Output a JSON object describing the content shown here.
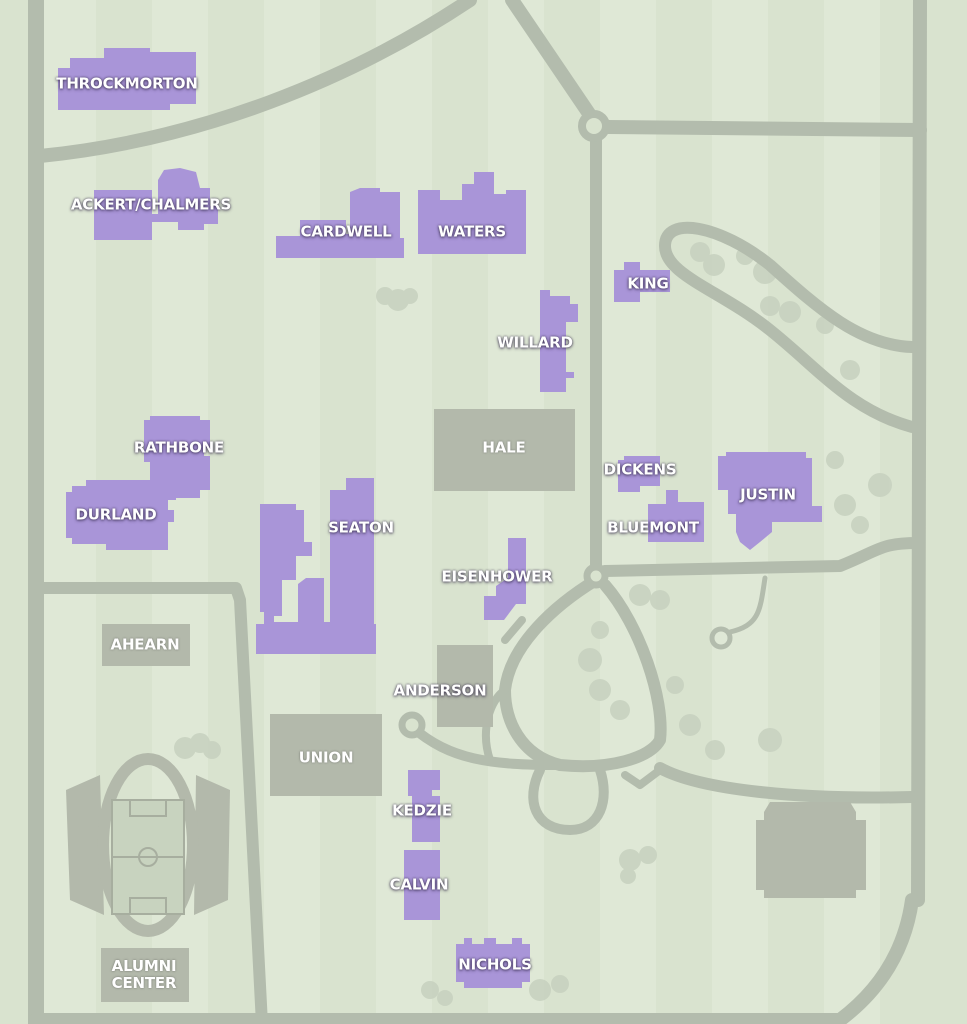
{
  "colors": {
    "background": "#d9e3cf",
    "stripe": "#dfe8d6",
    "road": "#b3bcad",
    "academic_building": "#a995d8",
    "facility": "#b3b9ab",
    "tree": "#c8d2c0",
    "field": "#c8d3bf"
  },
  "labels": {
    "throckmorton": "THROCKMORTON",
    "ackert_chalmers": "ACKERT/CHALMERS",
    "cardwell": "CARDWELL",
    "waters": "WATERS",
    "king": "KING",
    "willard": "WILLARD",
    "hale": "HALE",
    "rathbone": "RATHBONE",
    "durland": "DURLAND",
    "seaton": "SEATON",
    "dickens": "DICKENS",
    "justin": "JUSTIN",
    "bluemont": "BLUEMONT",
    "eisenhower": "EISENHOWER",
    "ahearn": "AHEARN",
    "anderson": "ANDERSON",
    "union": "UNION",
    "kedzie": "KEDZIE",
    "calvin": "CALVIN",
    "alumni_line1": "ALUMNI",
    "alumni_line2": "CENTER",
    "nichols": "NICHOLS"
  }
}
